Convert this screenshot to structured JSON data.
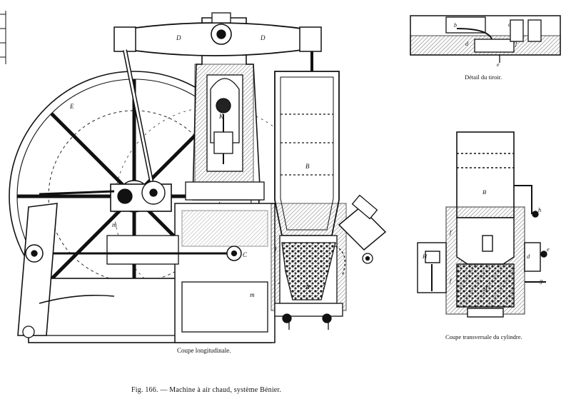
{
  "captions": {
    "longitudinal": "Coupe longitudinale.",
    "cross_section": "Coupe transversale du cylindre.",
    "detail": "Détail du tiroir.",
    "figure": "Fig. 166. — Machine à air chaud, système Bénier."
  },
  "letters": {
    "beam_left": "D",
    "beam_right": "D",
    "flywheel": "E",
    "regulator": "K",
    "cylinder": "B",
    "crosshead": "C",
    "frame": "m",
    "frame_lower": "m",
    "side": "l",
    "furnace": "A",
    "cross_cylinder": "B",
    "cross_furnace": "A",
    "cross_h": "h",
    "cross_e": "e",
    "cross_g": "g",
    "cross_f1": "f",
    "cross_f2": "f",
    "cross_H": "H",
    "cross_d": "d",
    "detail_b": "b",
    "detail_c": "c",
    "detail_d": "d",
    "detail_e": "e",
    "detail_f": "f"
  },
  "colors": {
    "ink": "#111111",
    "paper": "#ffffff",
    "hatch": "#444444"
  }
}
